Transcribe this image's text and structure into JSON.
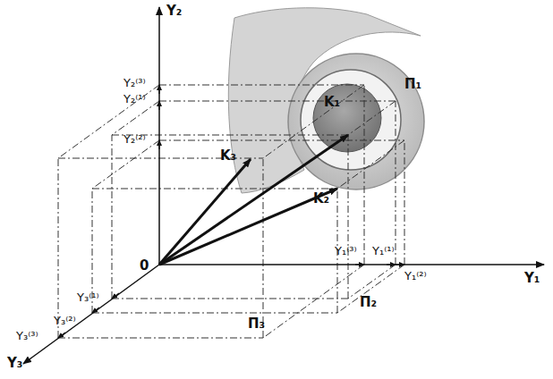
{
  "diagram": {
    "labels": [
      "Y₂",
      "Y₁",
      "Y₃",
      "0",
      "K₁",
      "K₂",
      "K₃",
      "Π₁",
      "Π₂",
      "Π₃",
      "Y₂⁽³⁾",
      "Y₂⁽¹⁾",
      "Y₂⁽²⁾",
      "Y₁⁽³⁾",
      "Y₁⁽¹⁾",
      "Y₁⁽²⁾",
      "Y₃⁽¹⁾",
      "Y₃⁽²⁾",
      "Y₃⁽³⁾"
    ]
  }
}
